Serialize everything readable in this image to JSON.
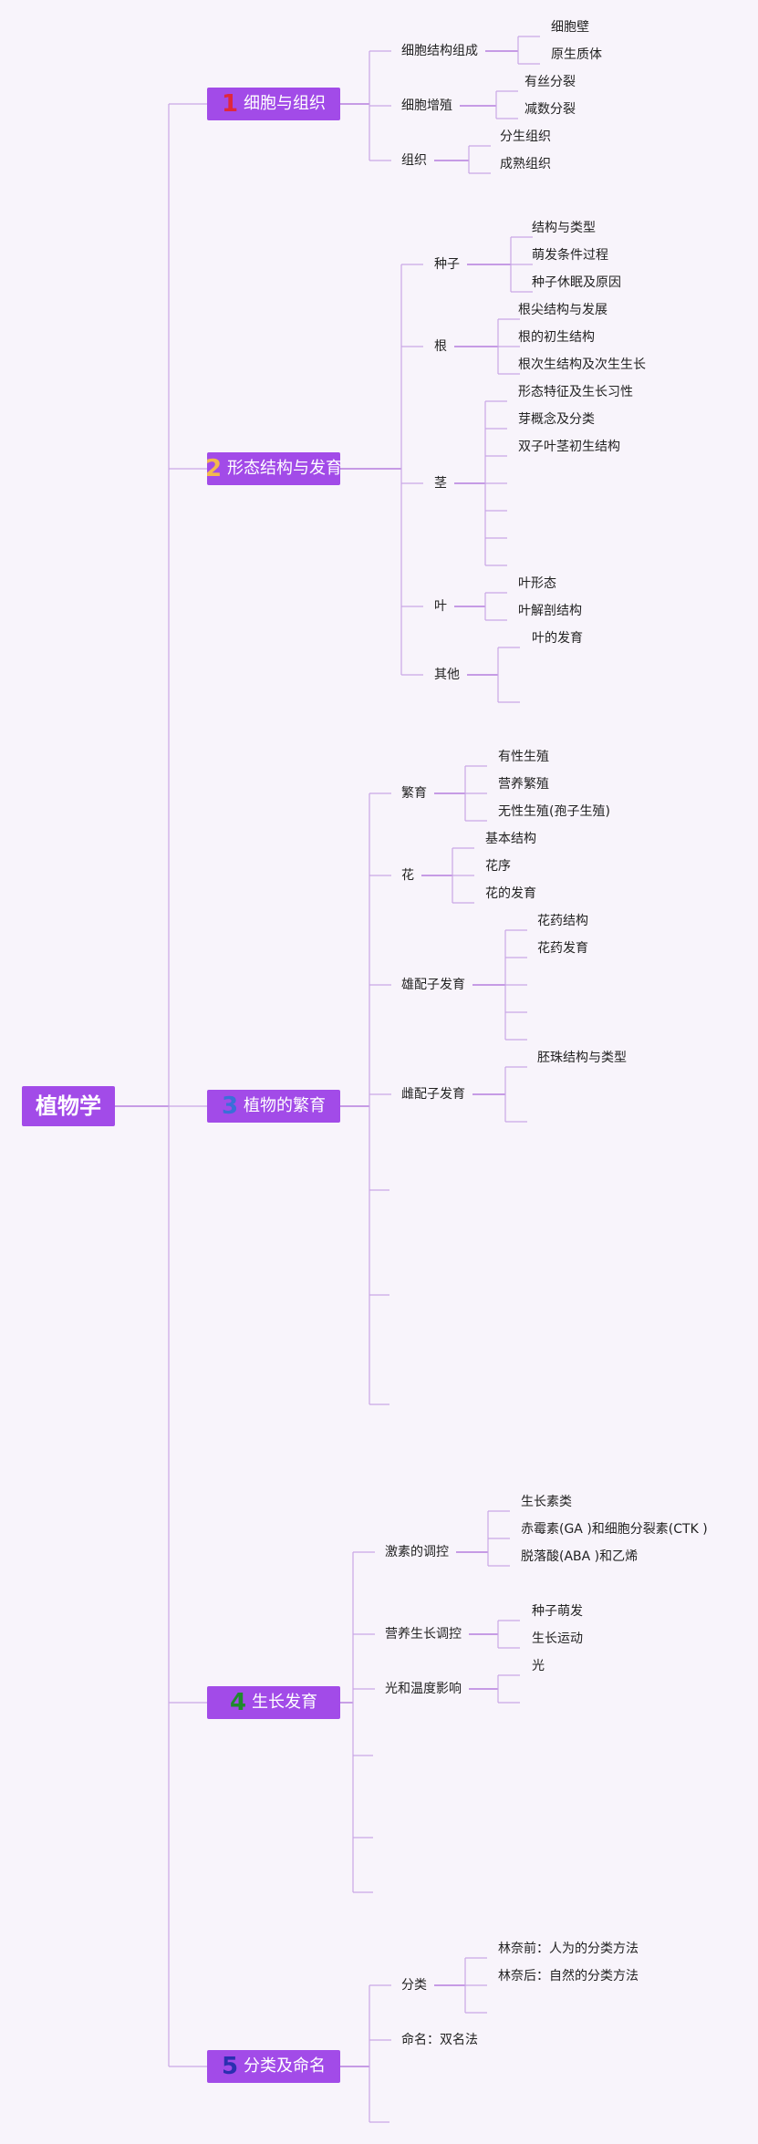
{
  "root": {
    "label": "植物学"
  },
  "sections": [
    {
      "num": "1",
      "num_color": "#e0283c",
      "label": "细胞与组织",
      "children": [
        {
          "label": "细胞结构组成",
          "children": [
            "细胞壁",
            "原生质体"
          ]
        },
        {
          "label": "细胞增殖",
          "children": [
            "有丝分裂",
            "减数分裂"
          ]
        },
        {
          "label": "组织",
          "children": [
            "分生组织",
            "成熟组织"
          ]
        }
      ]
    },
    {
      "num": "2",
      "num_color": "#f2b94c",
      "label": "形态结构与发育",
      "children": [
        {
          "label": "种子",
          "children": [
            "结构与类型",
            "萌发条件过程",
            "种子休眠及原因"
          ]
        },
        {
          "label": "根",
          "children": [
            "根尖结构与发展",
            "根的初生结构",
            "根次生结构及次生生长"
          ]
        },
        {
          "label": "茎",
          "children": [
            "形态特征及生长习性",
            "芽概念及分类",
            "双子叶茎初生结构",
            "",
            "",
            "",
            ""
          ]
        },
        {
          "label": "叶",
          "children": [
            "叶形态",
            "叶解剖结构"
          ]
        },
        {
          "label": "其他",
          "children": [
            "叶的发育",
            ""
          ]
        }
      ]
    },
    {
      "num": "3",
      "num_color": "#3a6fd8",
      "label": "植物的繁育",
      "children": [
        {
          "label": "繁育",
          "children": [
            "有性生殖",
            "营养繁殖",
            "无性生殖(孢子生殖)"
          ]
        },
        {
          "label": "花",
          "children": [
            "基本结构",
            "花序",
            "花的发育"
          ]
        },
        {
          "label": "雄配子发育",
          "children": [
            "花药结构",
            "花药发育",
            "",
            "",
            ""
          ]
        },
        {
          "label": "雌配子发育",
          "children": [
            "胚珠结构与类型",
            ""
          ]
        },
        {
          "label": "",
          "children": []
        },
        {
          "label": "",
          "children": []
        },
        {
          "label": "",
          "children": []
        }
      ]
    },
    {
      "num": "4",
      "num_color": "#1f8a2c",
      "label": "生长发育",
      "children": [
        {
          "label": "激素的调控",
          "children": [
            "生长素类",
            "赤霉素(GA )和细胞分裂素(CTK )",
            "脱落酸(ABA )和乙烯"
          ]
        },
        {
          "label": "营养生长调控",
          "children": [
            "种子萌发",
            "生长运动"
          ]
        },
        {
          "label": "光和温度影响",
          "children": [
            "光",
            ""
          ]
        },
        {
          "label": "",
          "children": []
        },
        {
          "label": "",
          "children": []
        },
        {
          "label": "",
          "children": []
        }
      ]
    },
    {
      "num": "5",
      "num_color": "#2b2fb0",
      "label": "分类及命名",
      "children": [
        {
          "label": "分类",
          "children": [
            "林奈前：人为的分类方法",
            "林奈后：自然的分类方法",
            ""
          ]
        },
        {
          "label": "命名：双名法",
          "children": []
        },
        {
          "label": "",
          "children": []
        }
      ]
    }
  ]
}
